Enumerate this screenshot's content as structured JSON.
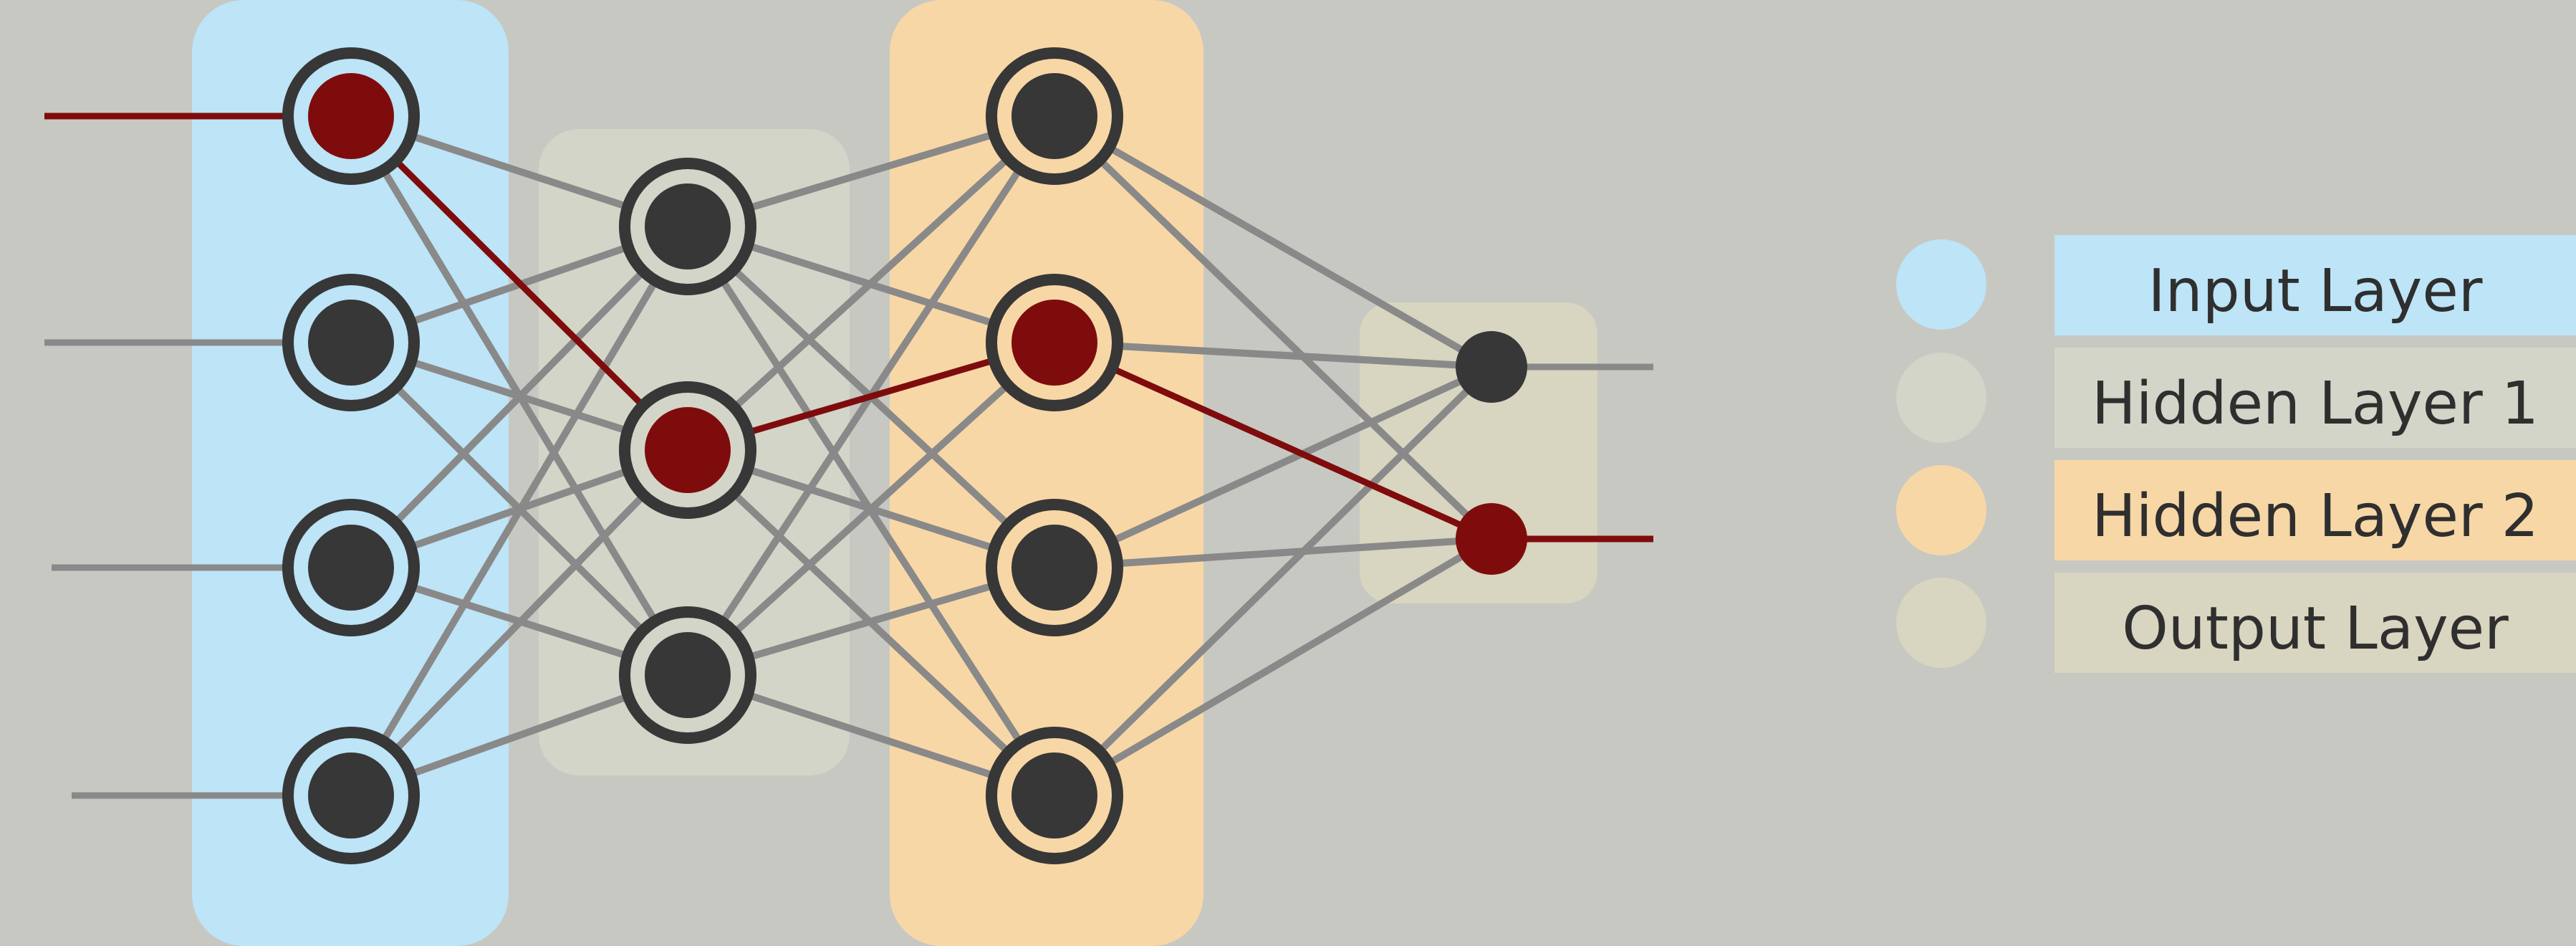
{
  "colors": {
    "background": "#c8c8c2",
    "input_layer": "#bde4f7",
    "hidden_layer_1": "#d3d5c8",
    "hidden_layer_2": "#f8d7a6",
    "output_layer": "#d8d5c0",
    "node_dark": "#373737",
    "node_active": "#7f0c0c",
    "edge_inactive": "#898989",
    "edge_active": "#7f0c0c"
  },
  "diagram": {
    "type": "neural-network",
    "layers": [
      {
        "id": "input",
        "nodes": 4,
        "active_nodes": [
          0
        ]
      },
      {
        "id": "hidden1",
        "nodes": 3,
        "active_nodes": [
          1
        ]
      },
      {
        "id": "hidden2",
        "nodes": 4,
        "active_nodes": [
          1
        ]
      },
      {
        "id": "output",
        "nodes": 2,
        "active_nodes": [
          1
        ]
      }
    ],
    "active_path": [
      {
        "layer": 0,
        "node": 0
      },
      {
        "layer": 1,
        "node": 1
      },
      {
        "layer": 2,
        "node": 1
      },
      {
        "layer": 3,
        "node": 1
      }
    ],
    "active_input_lines": [
      0
    ],
    "active_output_lines": [
      1
    ]
  },
  "legend": {
    "items": [
      {
        "label": "Input Layer",
        "color": "#bde4f7"
      },
      {
        "label": "Hidden Layer 1",
        "color": "#d3d5c8"
      },
      {
        "label": "Hidden Layer 2",
        "color": "#f8d7a6"
      },
      {
        "label": "Output Layer",
        "color": "#d8d5c0"
      }
    ]
  }
}
